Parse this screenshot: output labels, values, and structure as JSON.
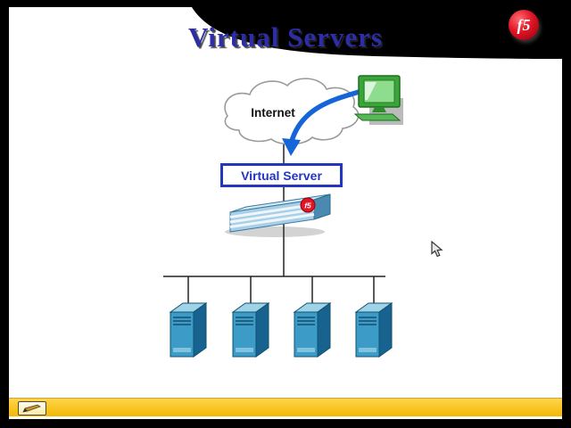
{
  "slide": {
    "title": "Virtual Servers"
  },
  "logo": {
    "text": "f5"
  },
  "diagram": {
    "internet_label": "Internet",
    "virtual_server_label": "Virtual Server"
  },
  "colors": {
    "title_blue": "#2d2da8",
    "label_blue": "#2336c0",
    "arrow_blue": "#1565d8",
    "f5_red": "#e01525",
    "toolbar_yellow": "#f8c020",
    "server_front_blue": "#3d9bc8",
    "server_side_blue": "#17628e",
    "server_top_blue": "#9fd3e8",
    "computer_green": "#3aa63a"
  }
}
